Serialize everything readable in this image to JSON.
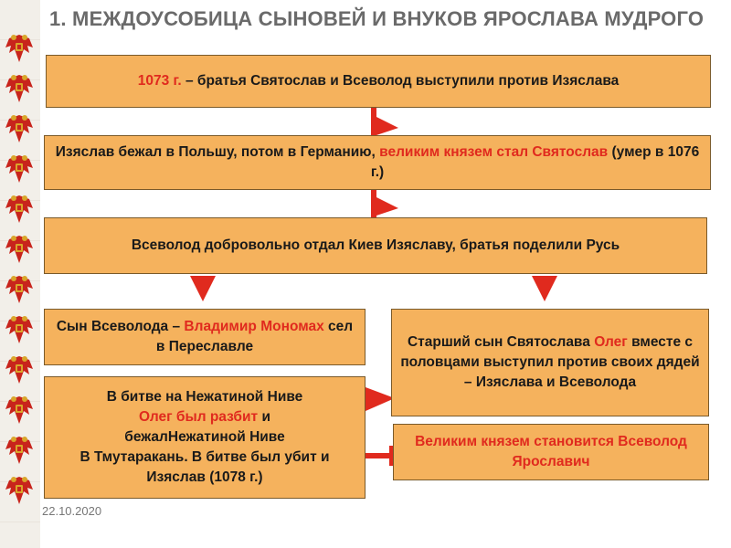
{
  "title": "1. Междоусобица сыновей и внуков Ярослава Мудрого",
  "emblem": "coat-of-arms-icon",
  "colors": {
    "box_fill": "#f5b25d",
    "highlight": "#e02a1e",
    "arrow": "#e02a1e"
  },
  "boxes": {
    "b1": {
      "year": "1073 г.",
      "text": " – братья Святослав и Всеволод выступили против Изяслава"
    },
    "b2": {
      "text1": "Изяслав бежал в Польшу, потом в Германию, ",
      "red": "великим князем стал Святослав",
      "text2": " (умер в 1076 г.)"
    },
    "b3": {
      "text": "Всеволод добровольно отдал Киев Изяславу, братья поделили Русь"
    },
    "b4": {
      "text1": "Сын Всеволода – ",
      "red": "Владимир Мономах",
      "text2": " сел в Переславле"
    },
    "b5": {
      "text1": "Старший сын Святослава ",
      "red": "Олег",
      "text2": " вместе с половцами выступил против своих дядей – Изяслава и Всеволода"
    },
    "b6": {
      "line1": "В битве на Нежатиной Ниве",
      "red": "Олег был разбит",
      "line2": " и",
      "line3": "бежалНежатиной Ниве",
      "line4": "В Тмутаракань. В битве был убит и Изяслав (1078 г.)"
    },
    "b7": {
      "text": "Великим князем становится Всеволод Ярославич"
    }
  },
  "date": "22.10.2020"
}
